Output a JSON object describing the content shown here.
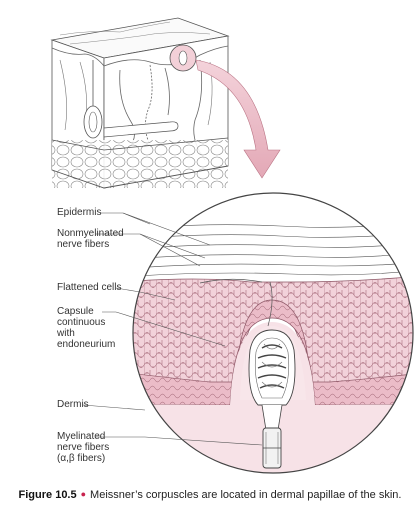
{
  "labels": {
    "epidermis": "Epidermis",
    "nonmyelinated": "Nonmyelinated\nnerve fibers",
    "flattened_cells": "Flattened cells",
    "capsule": "Capsule\ncontinuous\nwith\nendoneurium",
    "dermis": "Dermis",
    "myelinated": "Myelinated\nnerve fibers\n(α,β fibers)"
  },
  "caption": {
    "figure_label": "Figure 10.5",
    "text": "Meissner’s corpuscles are located in dermal papillae of the skin."
  },
  "colors": {
    "accent": "#c8234e",
    "skin_pink": "#e8b3c1",
    "cell_fill": "#f2d4dc",
    "dermis_fill": "#f7e3e8",
    "line": "#555555"
  }
}
